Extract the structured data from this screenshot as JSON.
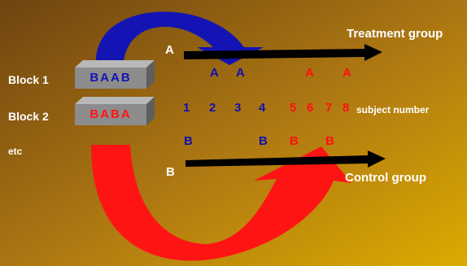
{
  "labels": {
    "treatment_group": "Treatment group",
    "control_group": "Control group",
    "subject_number": "subject number",
    "arrow_a": "A",
    "arrow_b": "B",
    "etc": "etc"
  },
  "blocks": [
    {
      "label": "Block 1",
      "sequence": "BAAB",
      "color": "#1414b4"
    },
    {
      "label": "Block 2",
      "sequence": "BABA",
      "color": "#ff1414"
    }
  ],
  "subjects": [
    {
      "number": "1",
      "group": "B",
      "color": "#1414b4"
    },
    {
      "number": "2",
      "group": "A",
      "color": "#1414b4"
    },
    {
      "number": "3",
      "group": "A",
      "color": "#1414b4"
    },
    {
      "number": "4",
      "group": "B",
      "color": "#1414b4"
    },
    {
      "number": "5",
      "group": "B",
      "color": "#ff1414"
    },
    {
      "number": "6",
      "group": "A",
      "color": "#ff1414"
    },
    {
      "number": "7",
      "group": "B",
      "color": "#ff1414"
    },
    {
      "number": "8",
      "group": "A",
      "color": "#ff1414"
    }
  ],
  "colors": {
    "background_dark": "#7a4e10",
    "background_light": "#d8a400",
    "blue": "#1414b4",
    "red": "#ff1414",
    "arrow": "#000000",
    "block_face": "#8a8a8a"
  }
}
